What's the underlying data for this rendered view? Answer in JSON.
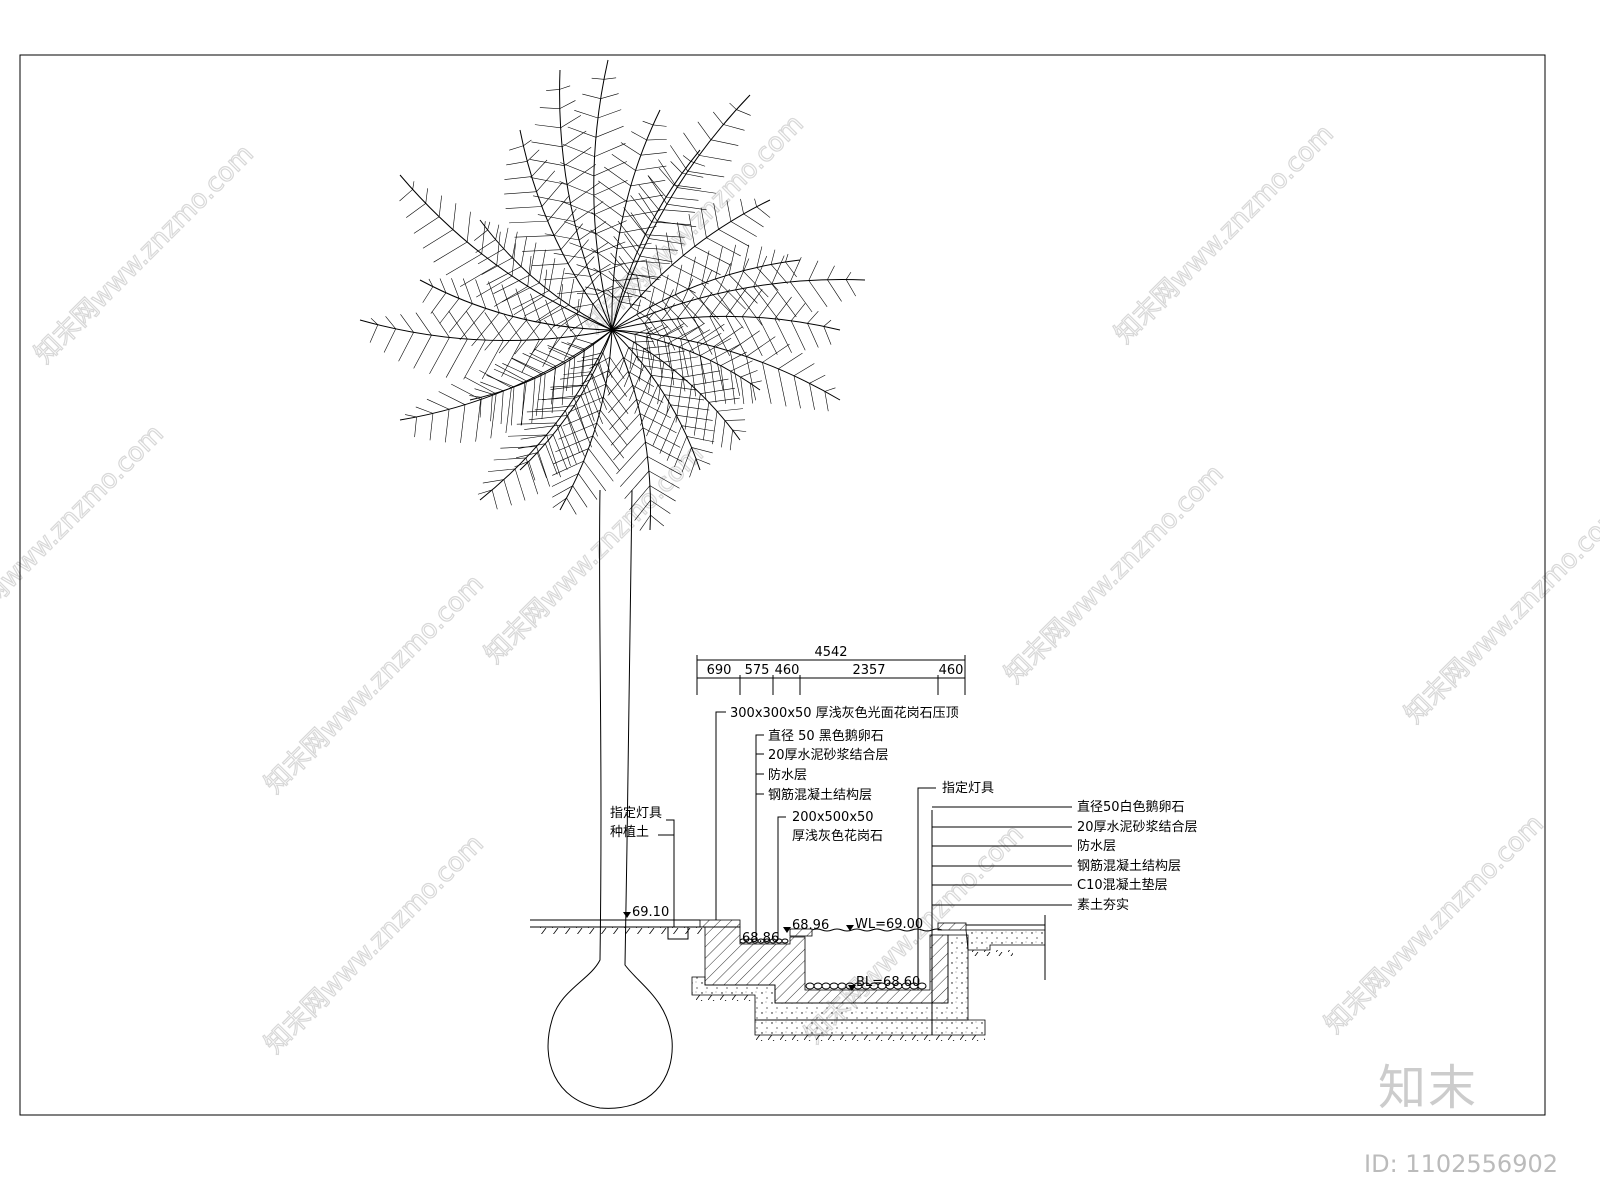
{
  "watermark": "知末网www.znzmo.com",
  "logo": "知末",
  "image_id": "ID: 1102556902",
  "dimensions": {
    "total": "4542",
    "segments": [
      "690",
      "575",
      "460",
      "2357",
      "460"
    ]
  },
  "labels": {
    "coping": "300x300x50 厚浅灰色光面花岗石压顶",
    "left_layers": [
      "直径 50 黑色鹅卵石",
      "20厚水泥砂浆结合层",
      "防水层",
      "钢筋混凝土结构层"
    ],
    "granite_1": "200x500x50",
    "granite_2": "厚浅灰色花岗石",
    "light_left": "指定灯具",
    "soil": "种植土",
    "light_right": "指定灯具",
    "right_layers": [
      "直径50白色鹅卵石",
      "20厚水泥砂浆结合层",
      "防水层",
      "钢筋混凝土结构层",
      "C10混凝土垫层",
      "素土夯实"
    ]
  },
  "elevations": {
    "ground": "69.10",
    "step": "68.86",
    "edge": "68.96",
    "water": "WL=69.00",
    "bottom": "BL=68.60"
  }
}
